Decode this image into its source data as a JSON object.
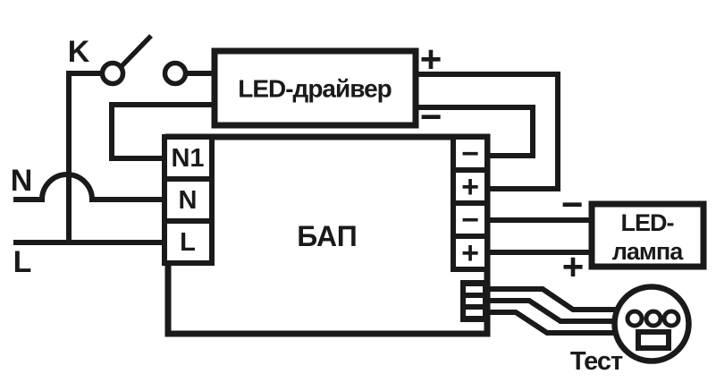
{
  "diagram": {
    "switch_label": "K",
    "mains": {
      "neutral_label": "N",
      "line_label": "L"
    },
    "driver": {
      "title": "LED-драйвер",
      "plus_label": "+",
      "minus_label": "−"
    },
    "bap": {
      "title": "БАП",
      "terminal_n1": "N1",
      "terminal_n": "N",
      "terminal_l": "L",
      "out_terminals": [
        "−",
        "+",
        "−",
        "+"
      ]
    },
    "lamp": {
      "title_line1": "LED-",
      "title_line2": "лампа",
      "minus_label": "−",
      "plus_label": "+"
    },
    "test": {
      "label": "Тест"
    }
  },
  "colors": {
    "ink": "#1a1a1a",
    "background": "#ffffff"
  }
}
